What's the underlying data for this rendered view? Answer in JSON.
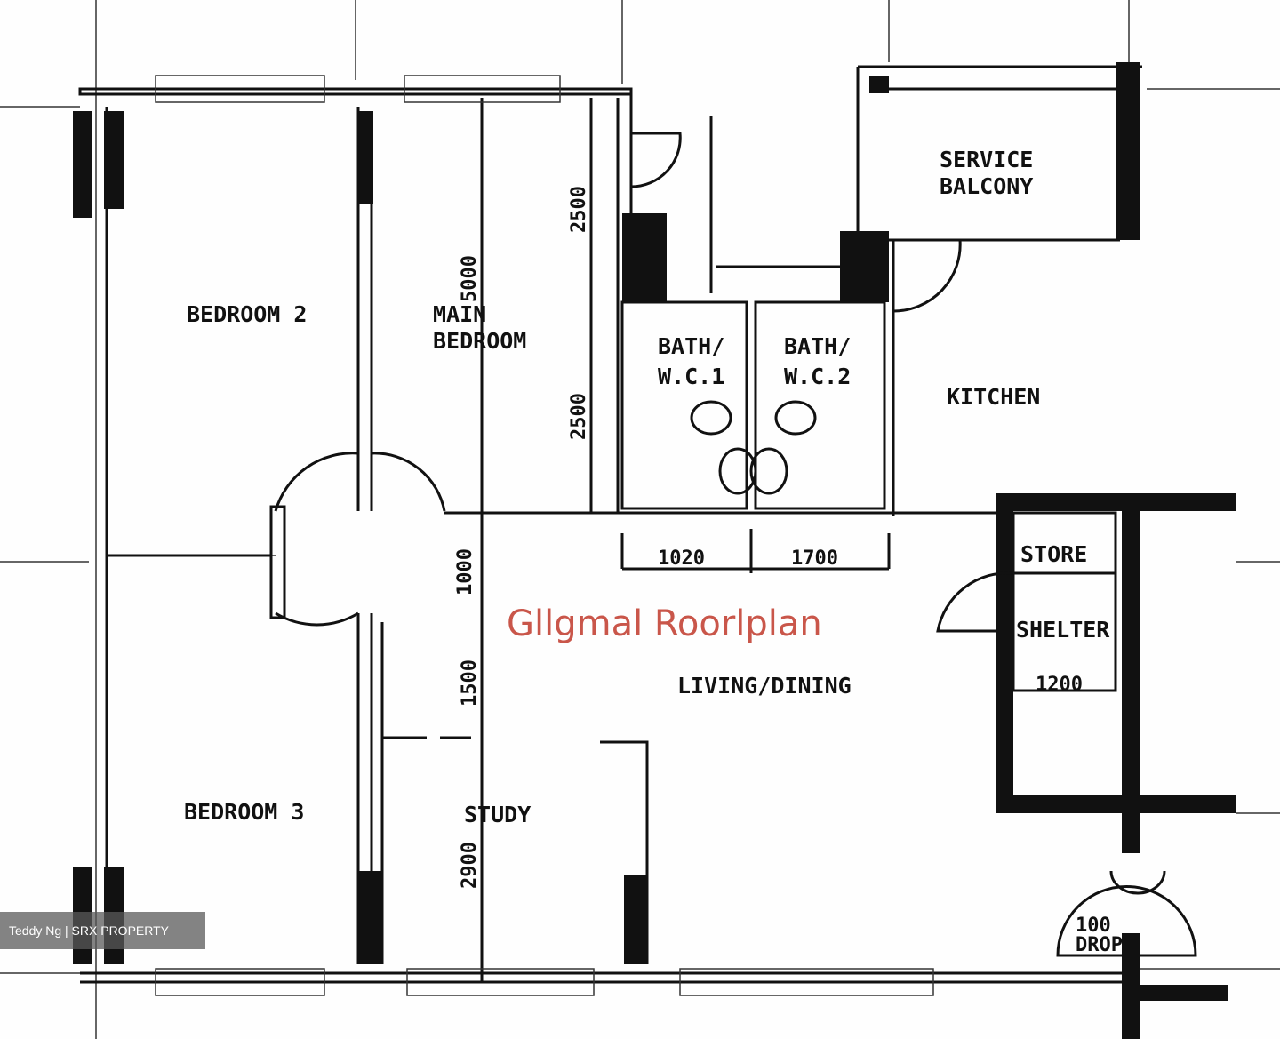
{
  "rooms": {
    "service_balcony_1": "SERVICE",
    "service_balcony_2": "BALCONY",
    "bedroom_2": "BEDROOM 2",
    "main_bedroom_1": "MAIN",
    "main_bedroom_2": "BEDROOM",
    "bath1_1": "BATH/",
    "bath1_2": "W.C.1",
    "bath2_1": "BATH/",
    "bath2_2": "W.C.2",
    "kitchen": "KITCHEN",
    "store": "STORE",
    "shelter": "SHELTER",
    "living_dining": "LIVING/DINING",
    "bedroom_3": "BEDROOM 3",
    "study": "STUDY"
  },
  "dimensions": {
    "d1": "2500",
    "d2": "5000",
    "d3": "2500",
    "d4": "1000",
    "d5": "1500",
    "d6": "2900",
    "d7": "1020",
    "d8": "1700",
    "d9": "1200",
    "d10_1": "100",
    "d10_2": "DROP"
  },
  "watermark": "Gllgmal Roorlplan",
  "credit": "Teddy Ng | SRX PROPERTY"
}
